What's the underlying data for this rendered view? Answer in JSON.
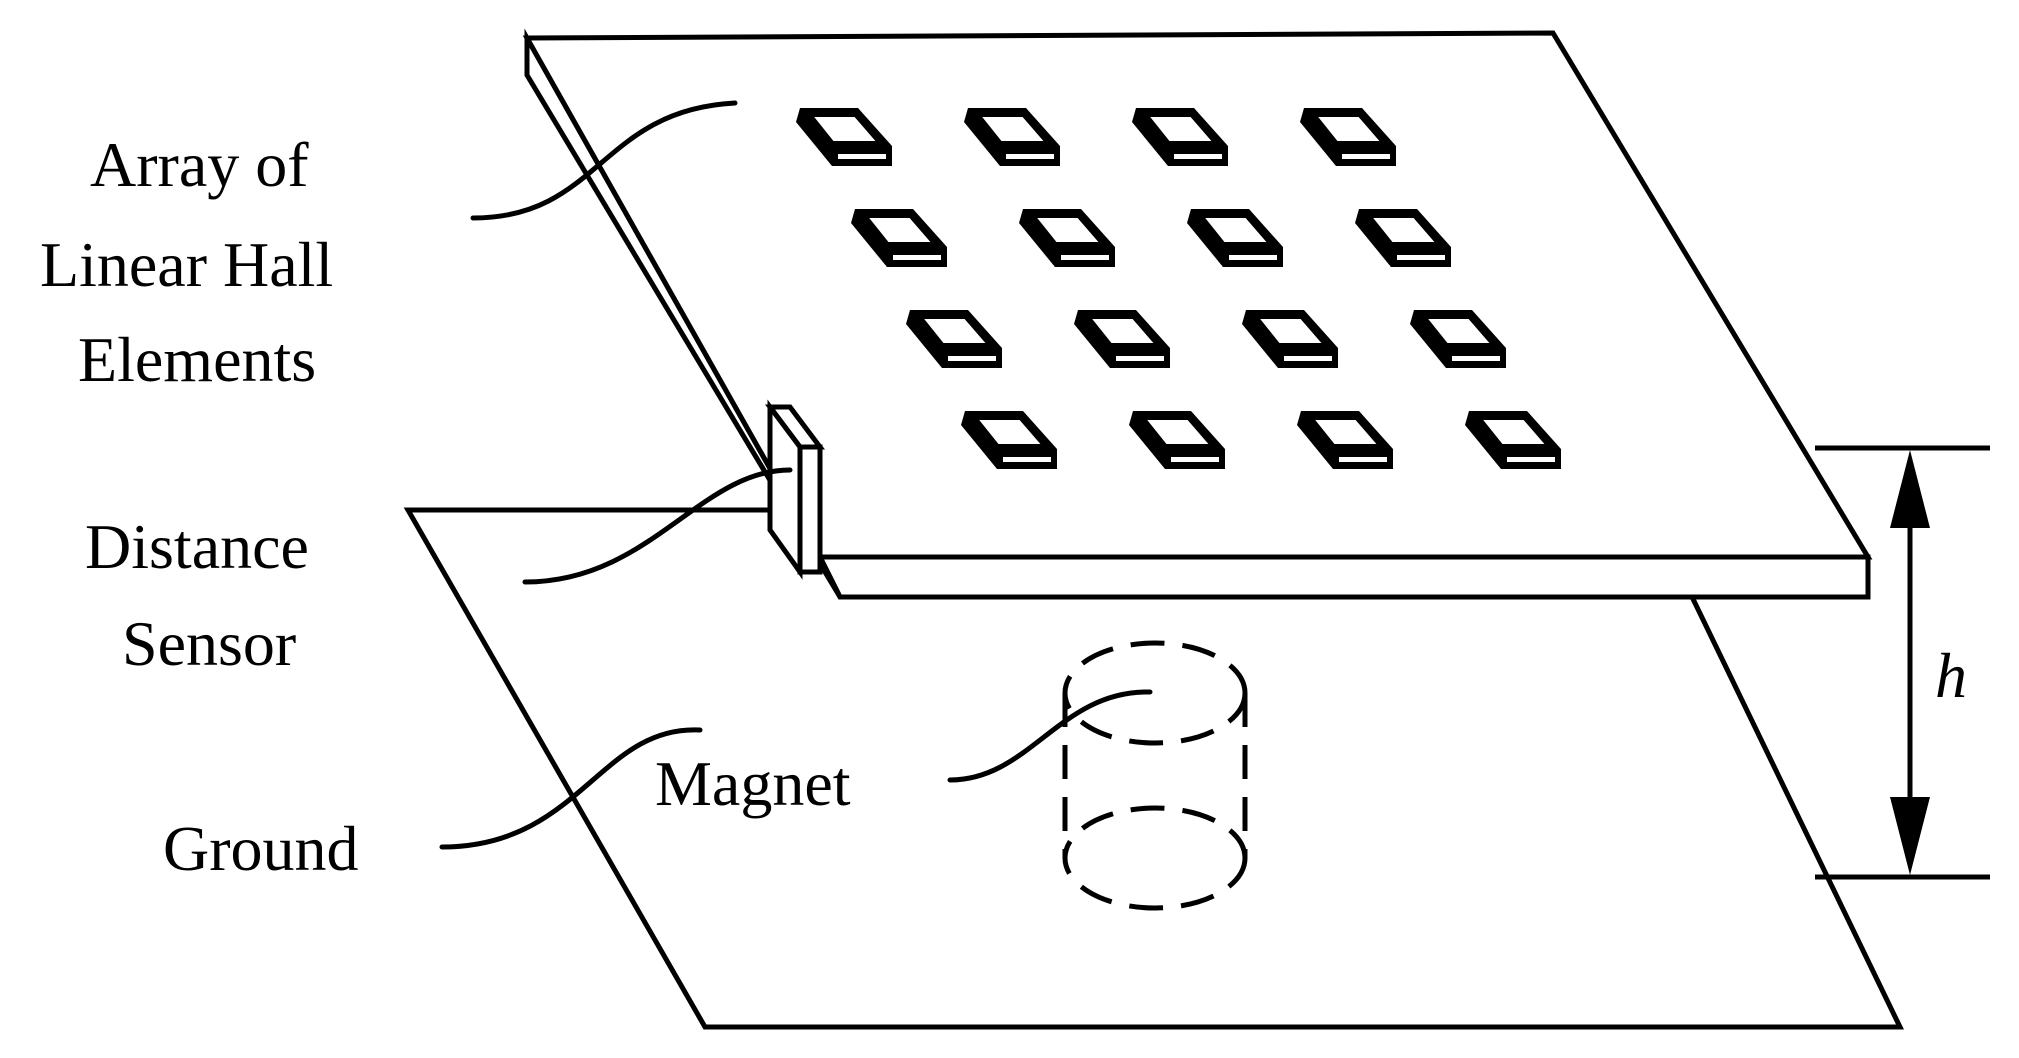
{
  "labels": {
    "array_line1": "Array of",
    "array_line2": "Linear Hall",
    "array_line3": "Elements",
    "distance_line1": "Distance",
    "distance_line2": "Sensor",
    "ground": "Ground",
    "magnet": "Magnet",
    "height": "h"
  },
  "hall_array": {
    "rows": 4,
    "columns": 4
  },
  "colors": {
    "stroke": "#000000",
    "background": "#ffffff"
  }
}
